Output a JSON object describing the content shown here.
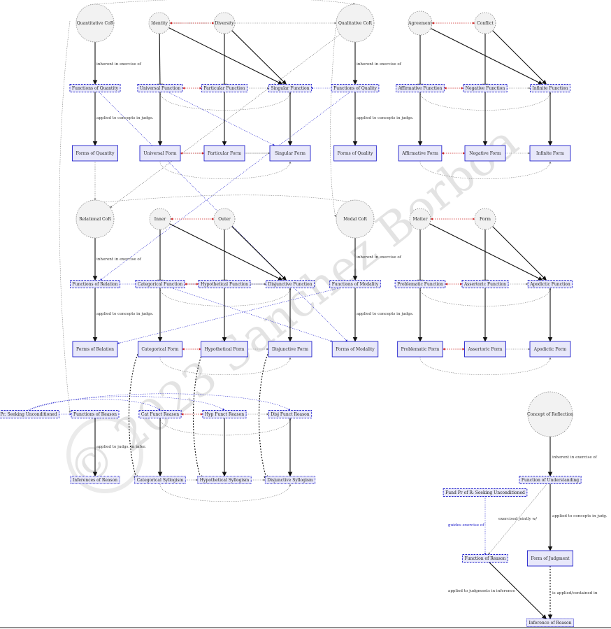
{
  "watermark": "© 2023 Sanchez Borboa",
  "nodes": [
    {
      "id": "qcor",
      "label": "Quantitative CoR",
      "kind": "circle",
      "color": "#888888"
    },
    {
      "id": "identity",
      "label": "Identity",
      "kind": "circle",
      "color": "#888888"
    },
    {
      "id": "diversity",
      "label": "Diversity",
      "kind": "circle",
      "color": "#888888"
    },
    {
      "id": "qualcor",
      "label": "Qualitative CoR",
      "kind": "circle",
      "color": "#888888"
    },
    {
      "id": "agreement",
      "label": "Agreement",
      "kind": "circle",
      "color": "#888888"
    },
    {
      "id": "conflict",
      "label": "Conflict",
      "kind": "circle",
      "color": "#888888"
    },
    {
      "id": "fquant",
      "label": "Functions of Quantity",
      "kind": "func",
      "color": "#2222cc"
    },
    {
      "id": "funiv",
      "label": "Universal Function",
      "kind": "func",
      "color": "#2222cc"
    },
    {
      "id": "fpart",
      "label": "Particular Function",
      "kind": "func",
      "color": "#2222cc"
    },
    {
      "id": "fsing",
      "label": "Singular Function",
      "kind": "func",
      "color": "#2222cc"
    },
    {
      "id": "fqual",
      "label": "Functions of Quality",
      "kind": "func",
      "color": "#2222cc"
    },
    {
      "id": "faff",
      "label": "Affirmative Function",
      "kind": "func",
      "color": "#2222cc"
    },
    {
      "id": "fneg",
      "label": "Negative Function",
      "kind": "func",
      "color": "#2222cc"
    },
    {
      "id": "finf",
      "label": "Infinite Function",
      "kind": "func",
      "color": "#2222cc"
    },
    {
      "id": "formquant",
      "label": "Forms of Quantity",
      "kind": "form",
      "color": "#2222cc"
    },
    {
      "id": "formuniv",
      "label": "Universal Form",
      "kind": "form",
      "color": "#2222cc"
    },
    {
      "id": "formpart",
      "label": "Particular Form",
      "kind": "form",
      "color": "#2222cc"
    },
    {
      "id": "formsing",
      "label": "Singular Form",
      "kind": "form",
      "color": "#2222cc"
    },
    {
      "id": "formqual",
      "label": "Forms of Quality",
      "kind": "form",
      "color": "#2222cc"
    },
    {
      "id": "formaff",
      "label": "Affirmative Form",
      "kind": "form",
      "color": "#2222cc"
    },
    {
      "id": "formneg",
      "label": "Negative Form",
      "kind": "form",
      "color": "#2222cc"
    },
    {
      "id": "forminf",
      "label": "Infinite Form",
      "kind": "form",
      "color": "#2222cc"
    },
    {
      "id": "rcor",
      "label": "Relational CoR",
      "kind": "circle",
      "color": "#888888"
    },
    {
      "id": "inner",
      "label": "Inner",
      "kind": "circle",
      "color": "#888888"
    },
    {
      "id": "outer",
      "label": "Outer",
      "kind": "circle",
      "color": "#888888"
    },
    {
      "id": "mcor",
      "label": "Modal CoR",
      "kind": "circle",
      "color": "#888888"
    },
    {
      "id": "matter",
      "label": "Matter",
      "kind": "circle",
      "color": "#888888"
    },
    {
      "id": "form",
      "label": "Form",
      "kind": "circle",
      "color": "#888888"
    },
    {
      "id": "frel",
      "label": "Functions of Relation",
      "kind": "func",
      "color": "#2222cc"
    },
    {
      "id": "fcat",
      "label": "Categorical Function",
      "kind": "func",
      "color": "#2222cc"
    },
    {
      "id": "fhyp",
      "label": "Hypothetical Function",
      "kind": "func",
      "color": "#2222cc"
    },
    {
      "id": "fdisj",
      "label": "Disjunctive Function",
      "kind": "func",
      "color": "#2222cc"
    },
    {
      "id": "fmod",
      "label": "Functions of Modality",
      "kind": "func",
      "color": "#2222cc"
    },
    {
      "id": "fprob",
      "label": "Problematic Function",
      "kind": "func",
      "color": "#2222cc"
    },
    {
      "id": "fass",
      "label": "Assertoric Function",
      "kind": "func",
      "color": "#2222cc"
    },
    {
      "id": "fapod",
      "label": "Apodictic Function",
      "kind": "func",
      "color": "#2222cc"
    },
    {
      "id": "formrel",
      "label": "Forms of Relation",
      "kind": "form",
      "color": "#2222cc"
    },
    {
      "id": "formcat",
      "label": "Categorical Form",
      "kind": "form",
      "color": "#2222cc"
    },
    {
      "id": "formhyp",
      "label": "Hypothetical Form",
      "kind": "form",
      "color": "#2222cc"
    },
    {
      "id": "formdisj",
      "label": "Disjunctive Form",
      "kind": "form",
      "color": "#2222cc"
    },
    {
      "id": "formmod",
      "label": "Forms of Modality",
      "kind": "form",
      "color": "#2222cc"
    },
    {
      "id": "formprob",
      "label": "Problematic Form",
      "kind": "form",
      "color": "#2222cc"
    },
    {
      "id": "formass",
      "label": "Assertoric Form",
      "kind": "form",
      "color": "#2222cc"
    },
    {
      "id": "formapod",
      "label": "Apodictic Form",
      "kind": "form",
      "color": "#2222cc"
    },
    {
      "id": "prseek",
      "label": "Pr. Seeking Unconditioned",
      "kind": "func",
      "color": "#2222cc"
    },
    {
      "id": "freason",
      "label": "Functions of Reason",
      "kind": "func",
      "color": "#2222cc"
    },
    {
      "id": "catfr",
      "label": "Cat Funct Reason",
      "kind": "func",
      "color": "#2222cc"
    },
    {
      "id": "hypfr",
      "label": "Hyp Funct Reason",
      "kind": "func",
      "color": "#2222cc"
    },
    {
      "id": "disjfr",
      "label": "Disj Funct Reason",
      "kind": "func",
      "color": "#2222cc"
    },
    {
      "id": "infreason",
      "label": "Inferences of Reason",
      "kind": "infer",
      "color": "#2222cc"
    },
    {
      "id": "catsyl",
      "label": "Categorical Syllogism",
      "kind": "infer",
      "color": "#2222cc"
    },
    {
      "id": "hypsyl",
      "label": "Hypothetical Syllogism",
      "kind": "infer",
      "color": "#2222cc"
    },
    {
      "id": "disjsyl",
      "label": "Disjunctive Syllogism",
      "kind": "infer",
      "color": "#2222cc"
    },
    {
      "id": "concrefl",
      "label": "Concept of Reflection",
      "kind": "circle",
      "color": "#888888"
    },
    {
      "id": "funund",
      "label": "Function of Understanding",
      "kind": "func",
      "color": "#2222cc"
    },
    {
      "id": "fundpr",
      "label": "Fund Pr of R: Seeking Unconditioned",
      "kind": "func",
      "color": "#2222cc"
    },
    {
      "id": "funreason",
      "label": "Function of Reason",
      "kind": "func",
      "color": "#2222cc"
    },
    {
      "id": "formjudg",
      "label": "Form of Judgment",
      "kind": "form",
      "color": "#2222cc"
    },
    {
      "id": "infofreason",
      "label": "Inference of Reason",
      "kind": "infer",
      "color": "#2222cc"
    }
  ],
  "edge_labels": [
    {
      "id": "l1",
      "text": "inherent in exercise of",
      "color": "#333333"
    },
    {
      "id": "l2",
      "text": "applied to concepts in judgs.",
      "color": "#333333"
    },
    {
      "id": "l3",
      "text": "inherent in exercise of",
      "color": "#333333"
    },
    {
      "id": "l4",
      "text": "applied to concepts in judgs.",
      "color": "#333333"
    },
    {
      "id": "l5",
      "text": "inherent in exercise of",
      "color": "#333333"
    },
    {
      "id": "l6",
      "text": "applied to concepts in judgs.",
      "color": "#333333"
    },
    {
      "id": "l7",
      "text": "inherent in exercise of",
      "color": "#333333"
    },
    {
      "id": "l8",
      "text": "applied to concepts in judgs.",
      "color": "#333333"
    },
    {
      "id": "l9",
      "text": "applied to judgs. in infer.",
      "color": "#333333"
    },
    {
      "id": "l10",
      "text": "inherent in exercise of",
      "color": "#333333"
    },
    {
      "id": "l11",
      "text": "applied to concepts in judg.",
      "color": "#333333"
    },
    {
      "id": "l12",
      "text": "exercised jointly w/",
      "color": "#333333"
    },
    {
      "id": "l13",
      "text": "guides exercise of",
      "color": "#2222cc"
    },
    {
      "id": "l14",
      "text": "applied to judgments in inference",
      "color": "#333333"
    },
    {
      "id": "l15",
      "text": "is applied/contained in",
      "color": "#333333"
    }
  ],
  "colors": {
    "opposition": "#cc2222",
    "link": "#2222cc",
    "node_fill": "#e8e8fa",
    "circle_fill": "#f2f2f2",
    "gray": "#888888"
  }
}
